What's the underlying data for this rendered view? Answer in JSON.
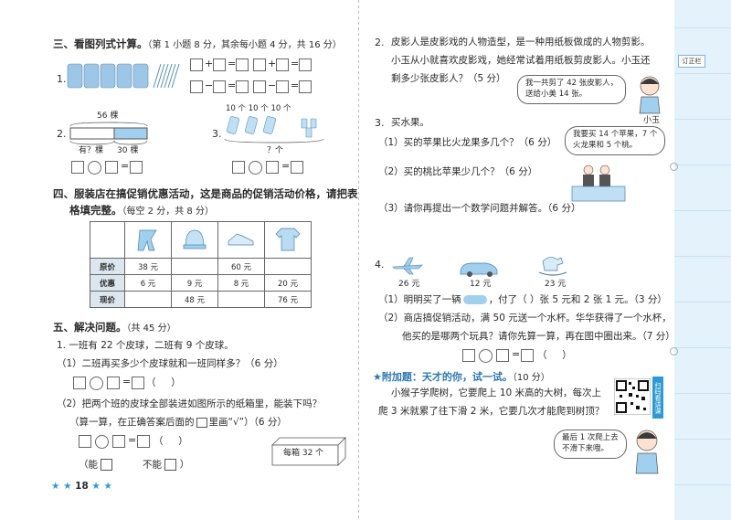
{
  "s3": {
    "title": "三、看图列式计算。",
    "note": "（第 1 小题 8 分，其余每小题 4 分，共 16 分）",
    "q1": "1.",
    "q2": "2.",
    "q3": "3.",
    "total_label": "56 棵",
    "left_label": "有？棵",
    "right_label": "30 棵",
    "top_label": "10 个 10 个 10 个",
    "bottom_label": "？个"
  },
  "s4": {
    "title": "四、服装店在搞促销优惠活动，这是商品的促销活动价格，请把表",
    "title2": "格填完整。",
    "note": "（每空 2 分，共 8 分）",
    "rows": [
      {
        "head": "原价",
        "cells": [
          "38 元",
          "",
          "60 元",
          ""
        ]
      },
      {
        "head": "优惠",
        "cells": [
          "6 元",
          "9 元",
          "8 元",
          "20 元"
        ]
      },
      {
        "head": "现价",
        "cells": [
          "",
          "48 元",
          "",
          "76 元"
        ]
      }
    ]
  },
  "s5": {
    "title": "五、解决问题。",
    "note": "（共 45 分）",
    "q1": "1. 一班有 22 个皮球，二班有 9 个皮球。",
    "q1a": "（1）二班再买多少个皮球就和一班同样多？（6 分）",
    "q1b": "（2）把两个班的皮球全部装进如图所示的纸箱里，能装下吗？",
    "q1b_hint_a": "（算一算，在正确答案后面的",
    "q1b_hint_b": "里画“√”）（6 分）",
    "box_label": "每箱 32 个",
    "can": "（能",
    "cannot": "不能",
    "paren": "（",
    "paren_close": "）",
    "page_no": "18"
  },
  "r2": {
    "num": "2.",
    "line1": "皮影人是皮影戏的人物造型，是一种用纸板做成的人物剪影。",
    "line2": "小玉从小就喜欢皮影戏，她经常试着用纸板剪皮影人。小玉还",
    "line3": "剩多少张皮影人？（5 分）",
    "bubble1": "我一共剪了 42 张皮影人，",
    "bubble2": "送给小美 14 张。",
    "name": "小玉"
  },
  "r3": {
    "num": "3.",
    "title": "买水果。",
    "a": "（1）买的苹果比火龙果多几个？（6 分）",
    "b": "（2）买的桃比苹果少几个？（6 分）",
    "c": "（3）请你再提出一个数学问题并解答。（6 分）",
    "bubble1": "我要买 14 个苹果，7 个",
    "bubble2": "火龙果和 5 个桃。"
  },
  "r4": {
    "num": "4.",
    "prices": [
      "26 元",
      "12 元",
      "23 元"
    ],
    "a": "（1）明明买了一辆",
    "a2": "，付了（     ）张 5 元和 2 张 1 元。（3 分）",
    "b": "（2）商店搞促销活动，满 50 元送一个水杯。华华获得了一个水杯，",
    "b2": "他买的是哪两个玩具？请你先算一算，再在图中圈出来。（7 分）"
  },
  "bonus": {
    "title": "★附加题：天才的你，试一试。",
    "score": "（10 分）",
    "line1": "小猴子学爬树，它要爬上 10 米高的大树，每次上",
    "line2": "爬 3 米就累了往下滑 2 米，它要几次才能爬到树顶？",
    "bubble1": "最后 1 次爬上去",
    "bubble2": "不滑下来哦。",
    "qr_side": "扫码看讲课"
  },
  "side": {
    "tab": "订正栏"
  }
}
